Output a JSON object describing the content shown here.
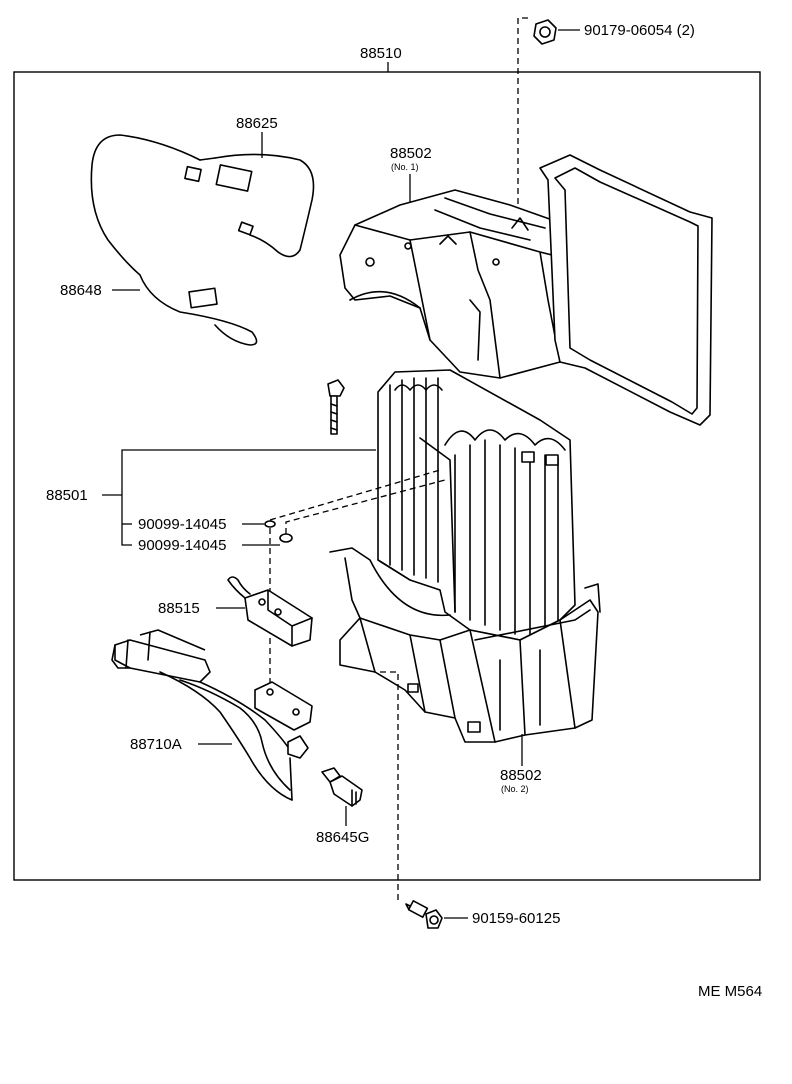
{
  "labels": {
    "assembly": "88510",
    "nut_top": "90179-06054 (2)",
    "wire_harness": "88625",
    "case_upper": "88502",
    "case_upper_sub": "(No. 1)",
    "wire_lower": "88648",
    "evaporator": "88501",
    "oring_1": "90099-14045",
    "oring_2": "90099-14045",
    "expansion_valve": "88515",
    "tube": "88710A",
    "case_lower": "88502",
    "case_lower_sub": "(No. 2)",
    "switch": "88645G",
    "bolt_bottom": "90159-60125",
    "figure_code": "ME M564"
  }
}
